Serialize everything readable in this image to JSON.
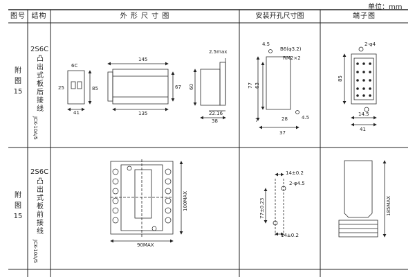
{
  "unit": "单位：mm",
  "headers": {
    "fig_no": "图号",
    "structure": "结构",
    "outline": "外 形 尺 寸 图",
    "mounting": "安装开孔尺寸图",
    "terminal": "端子图"
  },
  "rows": [
    {
      "fig_no": "附\n图\n15",
      "code": "2S6C",
      "desc": "凸\n出\n式\n板\n后\n接\n线",
      "model": "JCK-10A/5"
    },
    {
      "fig_no": "附\n图\n15",
      "code": "2S6C",
      "desc": "凸\n出\n式\n板\n前\n接\n线",
      "model": "JCK-10A/5"
    }
  ],
  "dims": {
    "r1": {
      "d6c": "6C",
      "d25": "25",
      "d85": "85",
      "d41": "41",
      "d145": "145",
      "d135": "135",
      "d67": "67",
      "d25max": "2.5max",
      "d60": "60",
      "d2216": "22.16",
      "d38": "38",
      "m45a": "4.5",
      "m_b6": "B6(φ3.2)",
      "m_rm": "RM2×2",
      "m77": "77",
      "m63": "63",
      "m7": "7",
      "m28": "28",
      "m45b": "4.5",
      "m37": "37",
      "t2phi4": "2-φ4",
      "t85": "85",
      "t145": "14.5",
      "t41": "41"
    },
    "r2": {
      "o100": "100MAX",
      "o90": "90MAX",
      "m14a": "14±0.2",
      "m2phi": "2-φ4.5",
      "m77": "77±0.23",
      "m14b": "14±0.2",
      "t185": "185MAX"
    }
  }
}
